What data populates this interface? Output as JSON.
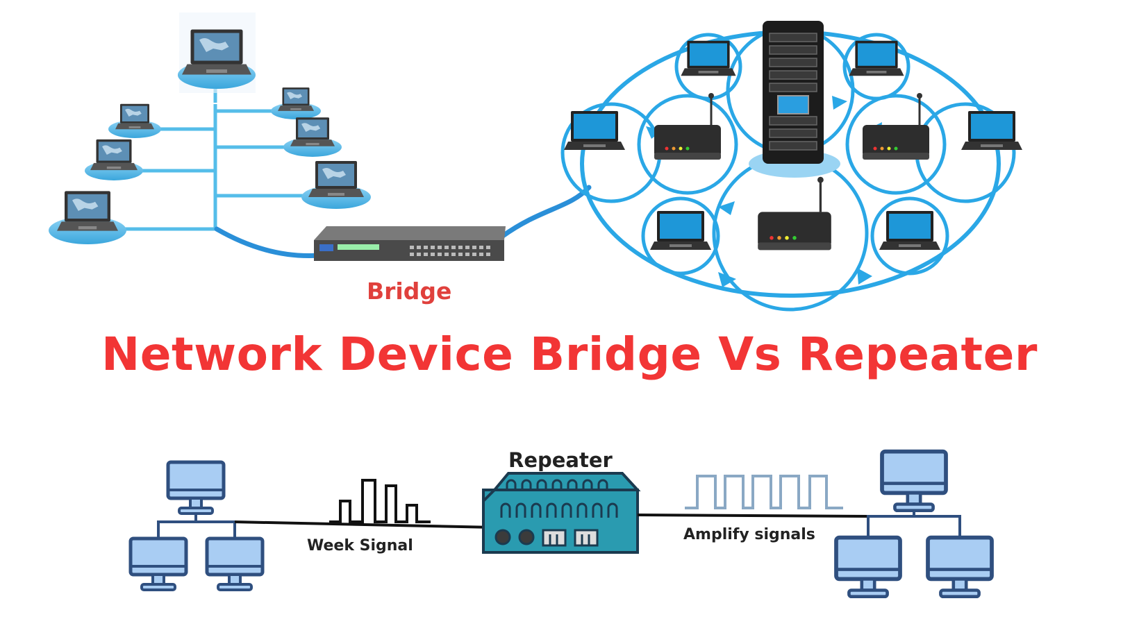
{
  "title": "Network Device Bridge Vs Repeater",
  "labels": {
    "bridge": "Bridge",
    "repeater": "Repeater",
    "weak_signal": "Week Signal",
    "amplify": "Amplify signals"
  },
  "colors": {
    "title": "#f23535",
    "network_blue": "#2aa7e6",
    "repeater_teal": "#2a9bb0",
    "computer_fill": "#a9cdf3",
    "computer_stroke": "#2f4f7f"
  },
  "icons": [
    "laptop-icon",
    "server-rack-icon",
    "router-icon",
    "switch-icon",
    "desktop-computer-icon",
    "repeater-device-icon"
  ]
}
